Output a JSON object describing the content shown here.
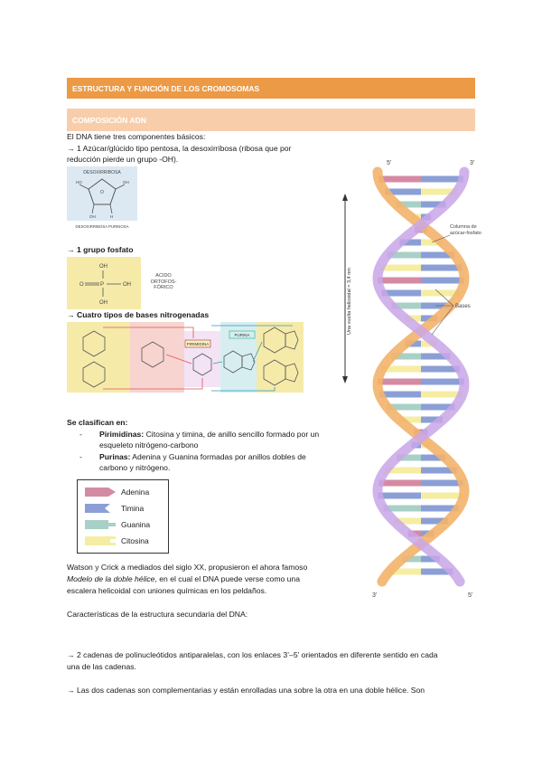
{
  "header": {
    "main_title": "ESTRUCTURA Y FUNCIÓN DE LOS CROMOSOMAS",
    "section_title": "COMPOSICIÓN ADN"
  },
  "intro": {
    "line1": "El DNA tiene tres componentes básicos:",
    "line2": "→ 1 Azúcar/glúcido tipo pentosa, la desoxirribosa (ribosa que por",
    "line3": "reducción pierde un grupo -OH).",
    "phosphate": "→ 1 grupo fosfato",
    "bases": "→ Cuatro tipos de bases nitrogenadas"
  },
  "figures": {
    "sugar_caption_top": "DESOXIRRIBOSA",
    "sugar_caption_bottom": "DESOXIRRIBOSA PURINOSA",
    "phosphate_label": "ÁCIDO ORTOFOS- FÓRICO",
    "bases_label_1": "PIRIMIDINA",
    "bases_label_2": "PURINA",
    "helix_5a": "5'",
    "helix_3a": "3'",
    "helix_3b": "3'",
    "helix_5b": "5'",
    "helix_backbone_label": "Columna de azúcar-fosfato",
    "helix_bases_label": "Bases",
    "helix_turn_label": "Una vuelta helicoidal = 3,4 nm"
  },
  "classification": {
    "title": "Se clasifican en:",
    "items": [
      {
        "dash": "-",
        "bold": "Pirimidinas:",
        "text": " Citosina y timina, de anillo sencillo formado por un esqueleto nitrógeno-carbono"
      },
      {
        "dash": "-",
        "bold": "Purinas:",
        "text": " Adenina y Guanina formadas por anillos dobles de carbono y nitrógeno."
      }
    ]
  },
  "legend": {
    "items": [
      {
        "label": "Adenina",
        "color": "#d58aa3"
      },
      {
        "label": "Timina",
        "color": "#8b9fd6"
      },
      {
        "label": "Guanina",
        "color": "#a8d0c6"
      },
      {
        "label": "Citosina",
        "color": "#f5eda2"
      }
    ]
  },
  "watson": {
    "line1": "Watson y Crick a mediados del siglo XX, propusieron el ahora famoso",
    "line2_italic": "Modelo de la doble hélice",
    "line2_rest": ", en el cual el DNA puede verse como una",
    "line3": "escalera helicoidal con uniones químicas en los peldaños."
  },
  "secondary": {
    "title": "Características de la estructura secundaria del DNA:",
    "p1_line1": "→ 2 cadenas de polinucleótidos antiparalelas, con los enlaces 3’–5’ orientados en diferente sentido en cada",
    "p1_line2": "una de las cadenas.",
    "p2_line1": "→ Las dos cadenas son complementarias y están enrolladas una sobre la otra en una doble hélice. Son"
  },
  "colors": {
    "orange": "#ec9a45",
    "peach": "#f8ceaa",
    "strand_orange": "#f3b36b",
    "strand_purple": "#c9a6e8"
  }
}
